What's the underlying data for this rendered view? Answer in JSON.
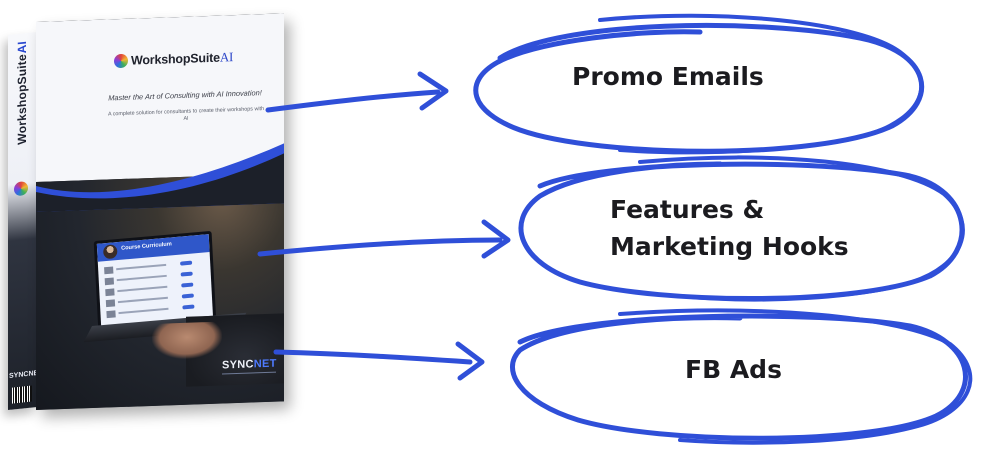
{
  "product": {
    "brand_name": "WorkshopSuite",
    "brand_suffix": "AI",
    "tagline": "Master the Art of Consulting with AI Innovation!",
    "subtext": "A complete solution for consultants to create their workshops with AI",
    "spine_brand": "WorkshopSuite",
    "spine_brand_suffix": "AI",
    "screen_title": "Course Curriculum",
    "publisher_prefix": "SYNC",
    "publisher_suffix": "NET"
  },
  "callouts": [
    {
      "label": "Promo Emails"
    },
    {
      "label_line1": "Features &",
      "label_line2": "Marketing Hooks"
    },
    {
      "label": "FB Ads"
    }
  ],
  "colors": {
    "accent_blue": "#2f4fd8",
    "text_dark": "#1b1b1f"
  }
}
